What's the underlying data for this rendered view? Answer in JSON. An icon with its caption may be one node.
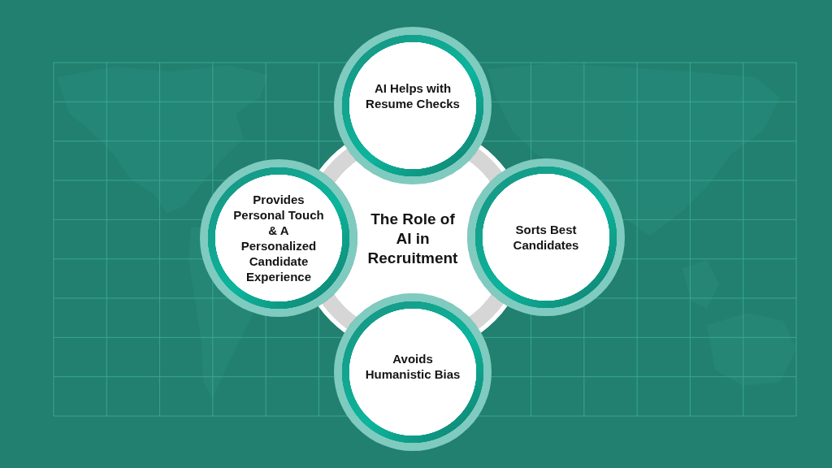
{
  "diagram": {
    "nodes": [
      {
        "text": [
          "AI Helps with Resume Checks"
        ]
      },
      {
        "text": [
          "Provides Personal Touch & A Personalized Candidate Experience"
        ]
      },
      {
        "text": [
          "The Role of AI in Recruitment"
        ]
      },
      {
        "text": [
          "Sorts Best Candidates"
        ]
      },
      {
        "text": [
          "Avoids Humanistic Bias"
        ]
      }
    ]
  }
}
